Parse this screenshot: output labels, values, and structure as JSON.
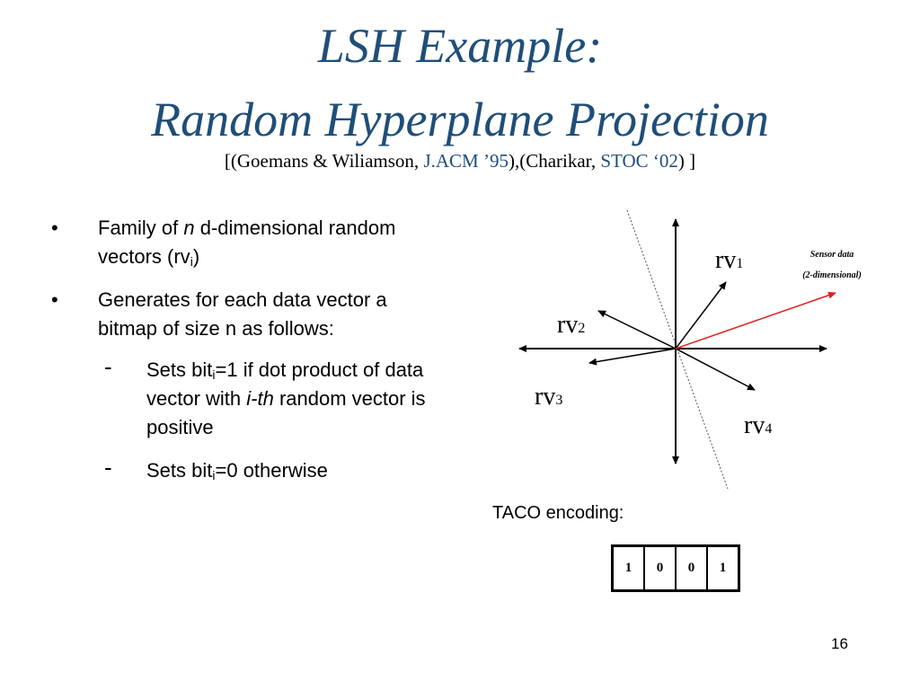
{
  "title": {
    "line1": "LSH Example:",
    "line2": "Random Hyperplane Projection"
  },
  "citation": {
    "part1": "[(Goemans & Wiliamson, ",
    "venue1": "J.ACM ’95",
    "part2": "),(Charikar, ",
    "venue2": "STOC ‘02",
    "part3": ") ]",
    "accent_color": "#1f4e79"
  },
  "bullets": [
    {
      "symbol": "•",
      "pre": "Family of ",
      "italic": "n",
      "post": " d-dimensional random vectors (rv",
      "sub": "i",
      "end": ")"
    },
    {
      "symbol": "•",
      "text": "Generates for each data vector a bitmap of size n as follows:"
    }
  ],
  "subitems": [
    {
      "symbol": "-",
      "pre": "Sets bit",
      "sub": "i",
      "mid": "=1 if dot product of data vector with ",
      "italic": "i-th",
      "post": " random vector is positive"
    },
    {
      "symbol": "-",
      "pre": "Sets bit",
      "sub": "i",
      "post": "=0 otherwise"
    }
  ],
  "diagram": {
    "vector_labels": [
      {
        "base": "rv",
        "sub": "1"
      },
      {
        "base": "rv",
        "sub": "2"
      },
      {
        "base": "rv",
        "sub": "3"
      },
      {
        "base": "rv",
        "sub": "4"
      }
    ],
    "sensor_label_line1": "Sensor data",
    "sensor_label_line2": "(2-dimensional)",
    "data_vector_color": "#e02020"
  },
  "taco": {
    "label": "TACO encoding:",
    "bits": [
      "1",
      "0",
      "0",
      "1"
    ]
  },
  "page_number": "16"
}
